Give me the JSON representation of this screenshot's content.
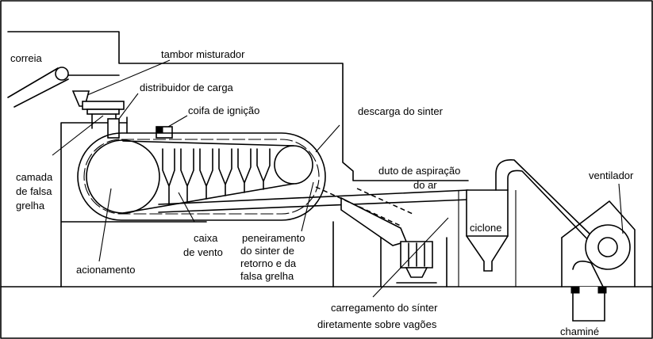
{
  "labels": {
    "correia": "correia",
    "tambor_misturador": "tambor misturador",
    "distribuidor_de_carga": "distribuidor de carga",
    "coifa_de_ignicao": "coifa de ignição",
    "descarga_do_sinter": "descarga do sinter",
    "camada_line1": "camada",
    "camada_line2": "de falsa",
    "camada_line3": "grelha",
    "duto_line1": "duto de aspiração",
    "duto_line2": "do ar",
    "ventilador": "ventilador",
    "ciclone": "ciclone",
    "caixa_line1": "caixa",
    "caixa_line2": "de vento",
    "peneiramento_line1": "peneiramento",
    "peneiramento_line2": "do sinter de",
    "peneiramento_line3": "retorno e da",
    "peneiramento_line4": "falsa grelha",
    "acionamento": "acionamento",
    "carregamento_line1": "carregamento do sínter",
    "carregamento_line2": "diretamente sobre vagões",
    "chamine": "chaminé"
  }
}
